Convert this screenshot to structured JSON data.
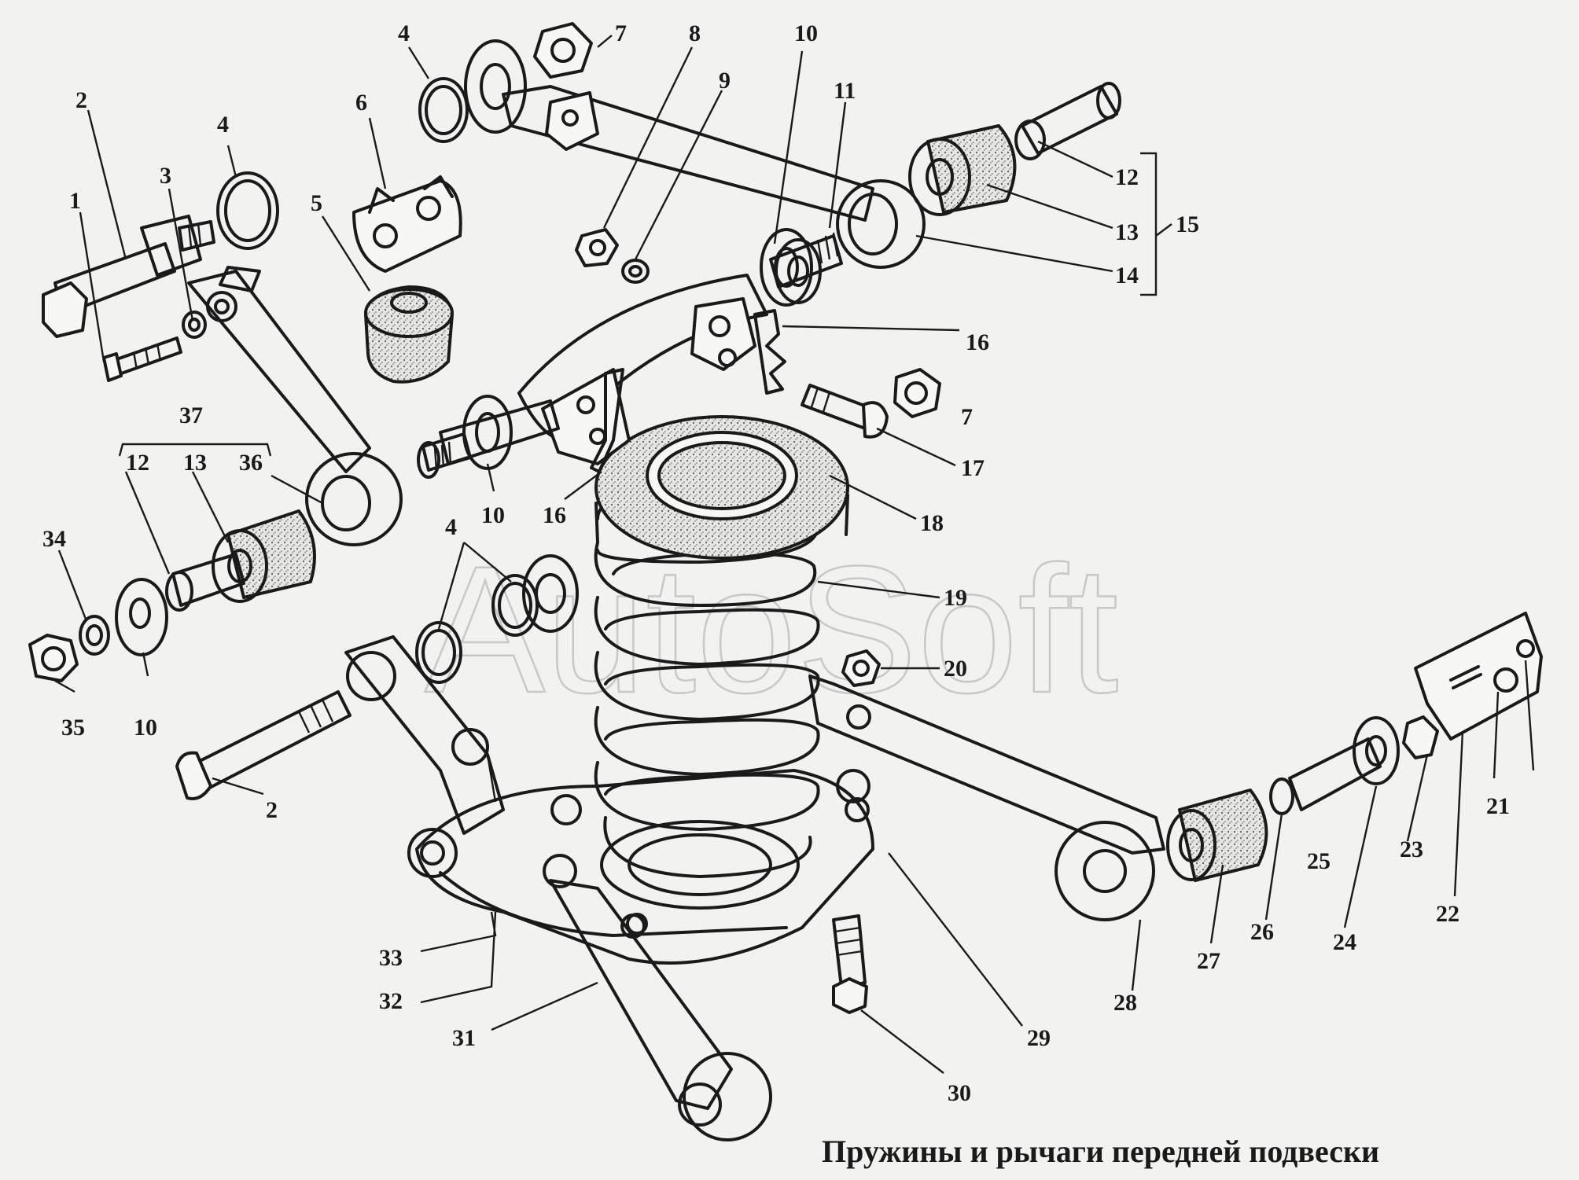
{
  "title": "Пружины и рычаги передней подвески",
  "watermark": "AutoSoft",
  "callouts": {
    "c1": "1",
    "c2a": "2",
    "c2b": "2",
    "c3": "3",
    "c4a": "4",
    "c4b": "4",
    "c4c": "4",
    "c5": "5",
    "c6": "6",
    "c7a": "7",
    "c7b": "7",
    "c8": "8",
    "c9": "9",
    "c10a": "10",
    "c10b": "10",
    "c10c": "10",
    "c11": "11",
    "c12a": "12",
    "c12b": "12",
    "c13a": "13",
    "c13b": "13",
    "c14": "14",
    "c15": "15",
    "c16a": "16",
    "c16b": "16",
    "c17": "17",
    "c18": "18",
    "c19": "19",
    "c20": "20",
    "c21": "21",
    "c22": "22",
    "c23": "23",
    "c24": "24",
    "c25": "25",
    "c26": "26",
    "c27": "27",
    "c28": "28",
    "c29": "29",
    "c30": "30",
    "c31": "31",
    "c32": "32",
    "c33": "33",
    "c34": "34",
    "c35": "35",
    "c36": "36",
    "c37": "37"
  },
  "colors": {
    "ink": "#1a1a1a",
    "paper": "#f2f2f0",
    "watermark": "#c8c8c8"
  }
}
